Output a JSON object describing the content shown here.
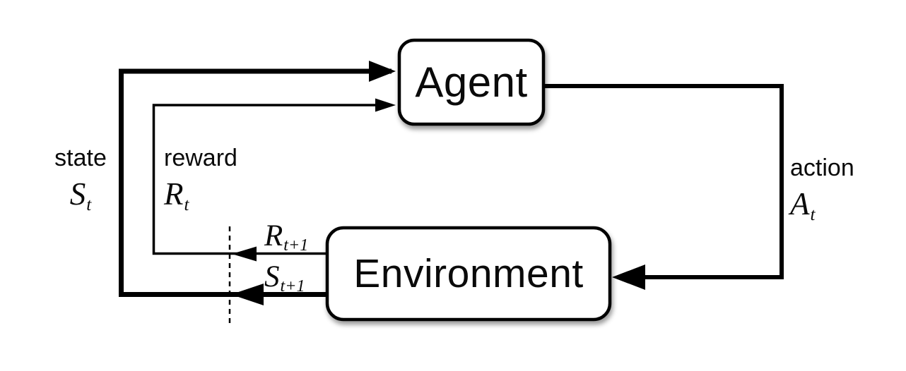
{
  "colors": {
    "ink": "#000000",
    "background": "#ffffff"
  },
  "nodes": {
    "agent": {
      "label": "Agent"
    },
    "environment": {
      "label": "Environment"
    }
  },
  "edges": {
    "state": {
      "word": "state",
      "symbol": {
        "base": "S",
        "sub": "t"
      }
    },
    "reward": {
      "word": "reward",
      "symbol": {
        "base": "R",
        "sub": "t"
      }
    },
    "action": {
      "word": "action",
      "symbol": {
        "base": "A",
        "sub": "t"
      }
    },
    "next_reward": {
      "symbol": {
        "base": "R",
        "sub": "t+1"
      }
    },
    "next_state": {
      "symbol": {
        "base": "S",
        "sub": "t+1"
      }
    }
  }
}
